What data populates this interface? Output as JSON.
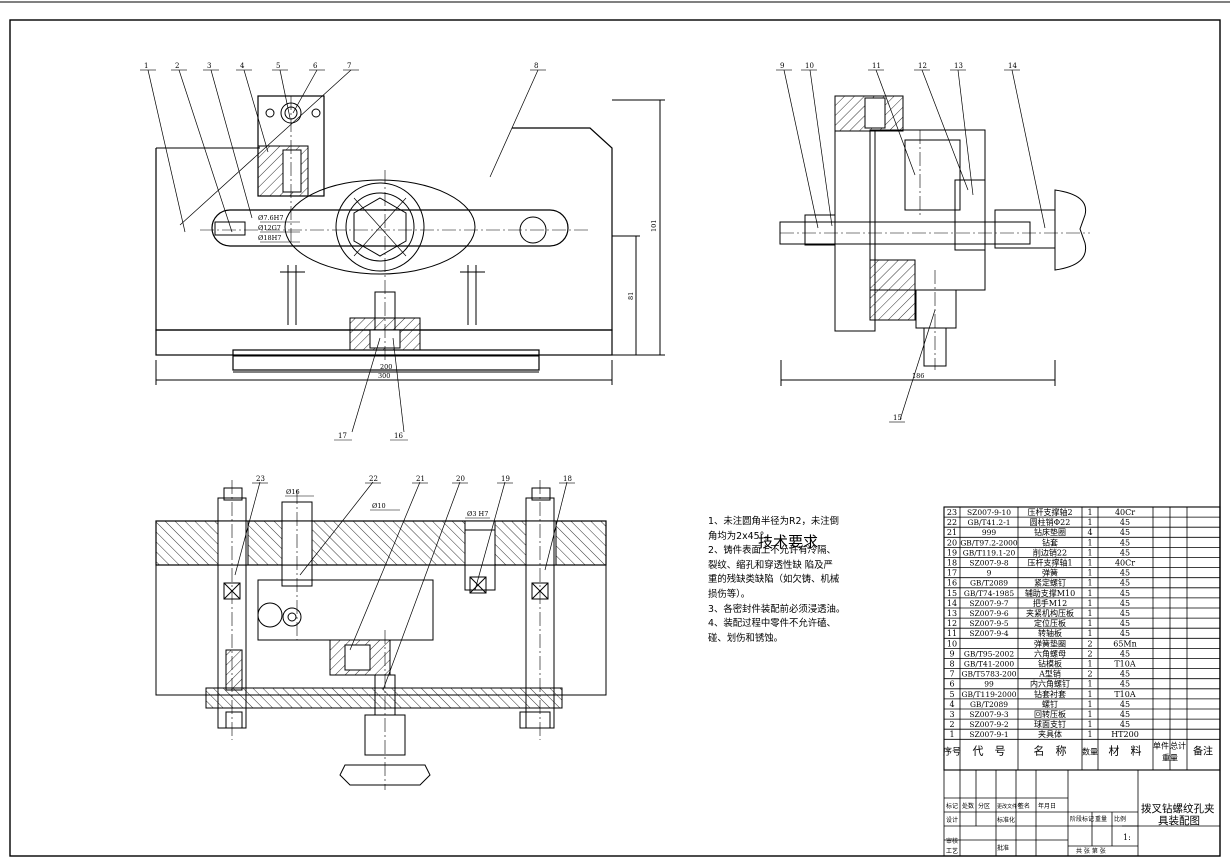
{
  "balloons": {
    "top_front": [
      "1",
      "2",
      "3",
      "4",
      "5",
      "6",
      "7",
      "8"
    ],
    "top_side": [
      "9",
      "10",
      "11",
      "12",
      "13",
      "14"
    ],
    "b15": "15",
    "b16": "16",
    "b17": "17",
    "bottom": [
      "23",
      "22",
      "21",
      "20",
      "19",
      "18"
    ]
  },
  "dimensions": {
    "d_200": "200",
    "d_300": "300",
    "d_186": "186",
    "d_101": "101",
    "d_81": "81",
    "d_phi7": "Ø7.6H7",
    "d_phi12": "Ø12G7",
    "d_phi18": "Ø18H7",
    "d_bot1": "Ø16",
    "d_bot2": "Ø10",
    "d_bot3": "Ø3 H7"
  },
  "tech_requirements": {
    "title": "技术要求",
    "lines": [
      "1、未注圆角半径为R2，未注倒",
      "角均为2x45°。",
      "2、铸件表面上不允许有冷隔、",
      "裂纹、缩孔和穿透性缺 陷及严",
      "重的残缺类缺陷（如欠铸、机械",
      "损伤等）。",
      "3、各密封件装配前必须浸透油。",
      "4、装配过程中零件不允许磕、",
      "碰、划伤和锈蚀。"
    ]
  },
  "bom": {
    "rows": [
      {
        "no": "23",
        "code": "SZ007-9-10",
        "name": "压杆支撑轴2",
        "qty": "1",
        "mat": "40Cr"
      },
      {
        "no": "22",
        "code": "GB/T41.2-1",
        "name": "圆柱销Φ22",
        "qty": "1",
        "mat": "45"
      },
      {
        "no": "21",
        "code": "999",
        "name": "钻床垫圈",
        "qty": "4",
        "mat": "45"
      },
      {
        "no": "20",
        "code": "GB/T97.2-2000",
        "name": "钻套",
        "qty": "1",
        "mat": "45"
      },
      {
        "no": "19",
        "code": "GB/T119.1-20",
        "name": "削边销22",
        "qty": "1",
        "mat": "45"
      },
      {
        "no": "18",
        "code": "SZ007-9-8",
        "name": "压杆支撑轴1",
        "qty": "1",
        "mat": "40Cr"
      },
      {
        "no": "17",
        "code": "9",
        "name": "弹簧",
        "qty": "1",
        "mat": "45"
      },
      {
        "no": "16",
        "code": "GB/T2089",
        "name": "紧定螺钉",
        "qty": "1",
        "mat": "45"
      },
      {
        "no": "15",
        "code": "GB/T74-1985",
        "name": "辅助支撑M10",
        "qty": "1",
        "mat": "45"
      },
      {
        "no": "14",
        "code": "SZ007-9-7",
        "name": "把手M12",
        "qty": "1",
        "mat": "45"
      },
      {
        "no": "13",
        "code": "SZ007-9-6",
        "name": "夹紧机构压板",
        "qty": "1",
        "mat": "45"
      },
      {
        "no": "12",
        "code": "SZ007-9-5",
        "name": "定位压板",
        "qty": "1",
        "mat": "45"
      },
      {
        "no": "11",
        "code": "SZ007-9-4",
        "name": "转轴板",
        "qty": "1",
        "mat": "45"
      },
      {
        "no": "10",
        "code": "",
        "name": "弹簧垫圈",
        "qty": "2",
        "mat": "65Mn"
      },
      {
        "no": "9",
        "code": "GB/T95-2002",
        "name": "六角螺母",
        "qty": "2",
        "mat": "45"
      },
      {
        "no": "8",
        "code": "GB/T41-2000",
        "name": "钻模板",
        "qty": "1",
        "mat": "T10A"
      },
      {
        "no": "7",
        "code": "GB/T5783-200",
        "name": "A型销",
        "qty": "2",
        "mat": "45"
      },
      {
        "no": "6",
        "code": "99",
        "name": "内六角螺钉",
        "qty": "1",
        "mat": "45"
      },
      {
        "no": "5",
        "code": "GB/T119-2000",
        "name": "钻套衬套",
        "qty": "1",
        "mat": "T10A"
      },
      {
        "no": "4",
        "code": "GB/T2089",
        "name": "螺钉",
        "qty": "1",
        "mat": "45"
      },
      {
        "no": "3",
        "code": "SZ007-9-3",
        "name": "回转压板",
        "qty": "1",
        "mat": "45"
      },
      {
        "no": "2",
        "code": "SZ007-9-2",
        "name": "球面支钉",
        "qty": "1",
        "mat": "45"
      },
      {
        "no": "1",
        "code": "SZ007-9-1",
        "name": "夹具体",
        "qty": "1",
        "mat": "HT200"
      }
    ],
    "header": {
      "no": "序号",
      "code": "代　号",
      "name": "名　称",
      "qty": "数量",
      "mat": "材　料",
      "unit": "单件",
      "total": "总计",
      "weight": "重量",
      "remark": "备注"
    }
  },
  "title_block": {
    "drawing_title": "拨叉钻螺纹孔夹",
    "drawing_subtitle": "具装配图",
    "h_mark": "标记",
    "h_count": "处数",
    "h_zone": "分区",
    "h_doc": "更改文件号",
    "h_sign": "签名",
    "h_date": "年月日",
    "r_design": "设计",
    "r_std": "标准化",
    "r_check": "审核",
    "r_process": "工艺",
    "r_approve": "批准",
    "stage": "阶段标记",
    "weight": "重量",
    "scale": "比例",
    "scale_val": "1:",
    "sheets": "共 张 第 张"
  }
}
